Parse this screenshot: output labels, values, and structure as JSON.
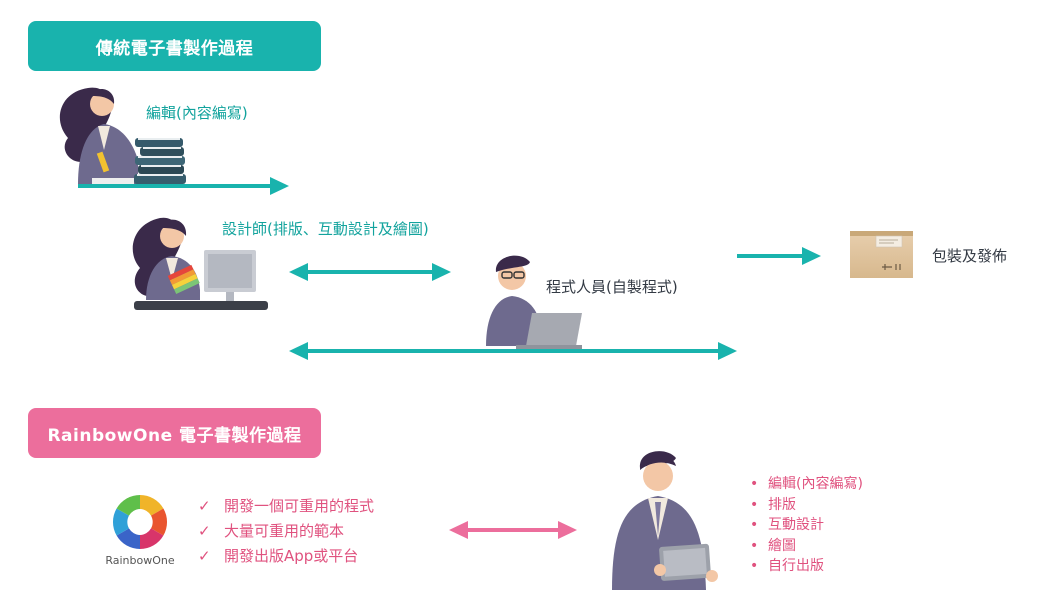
{
  "traditional": {
    "title": "傳統電子書製作過程",
    "editor_label": "編輯(內容編寫)",
    "designer_label": "設計師(排版、互動設計及繪圖)",
    "programmer_label": "程式人員(自製程式)",
    "publish_label": "包裝及發佈"
  },
  "rainbowone": {
    "title": "RainbowOne 電子書製作過程",
    "logo_text": "RainbowOne",
    "benefits": [
      {
        "mark": "✓",
        "text": "開發一個可重用的程式"
      },
      {
        "mark": "✓",
        "text": "大量可重用的範本"
      },
      {
        "mark": "✓",
        "text": "開發出版App或平台"
      }
    ],
    "roles": [
      {
        "mark": "•",
        "text": "編輯(內容編寫)"
      },
      {
        "mark": "•",
        "text": "排版"
      },
      {
        "mark": "•",
        "text": "互動設計"
      },
      {
        "mark": "•",
        "text": "繪圖"
      },
      {
        "mark": "•",
        "text": "自行出版"
      }
    ]
  },
  "colors": {
    "teal": "#19b3ad",
    "pink": "#ec6e9c",
    "pink_text": "#e0527f",
    "purple_suit": "#6e6a8e"
  },
  "icons": {
    "editor": "woman-with-books-illustration",
    "designer": "woman-at-computer-illustration",
    "programmer": "man-with-laptop-illustration",
    "package": "cardboard-box-icon",
    "logo": "rainbowone-logo",
    "presenter": "man-with-tablet-illustration"
  }
}
